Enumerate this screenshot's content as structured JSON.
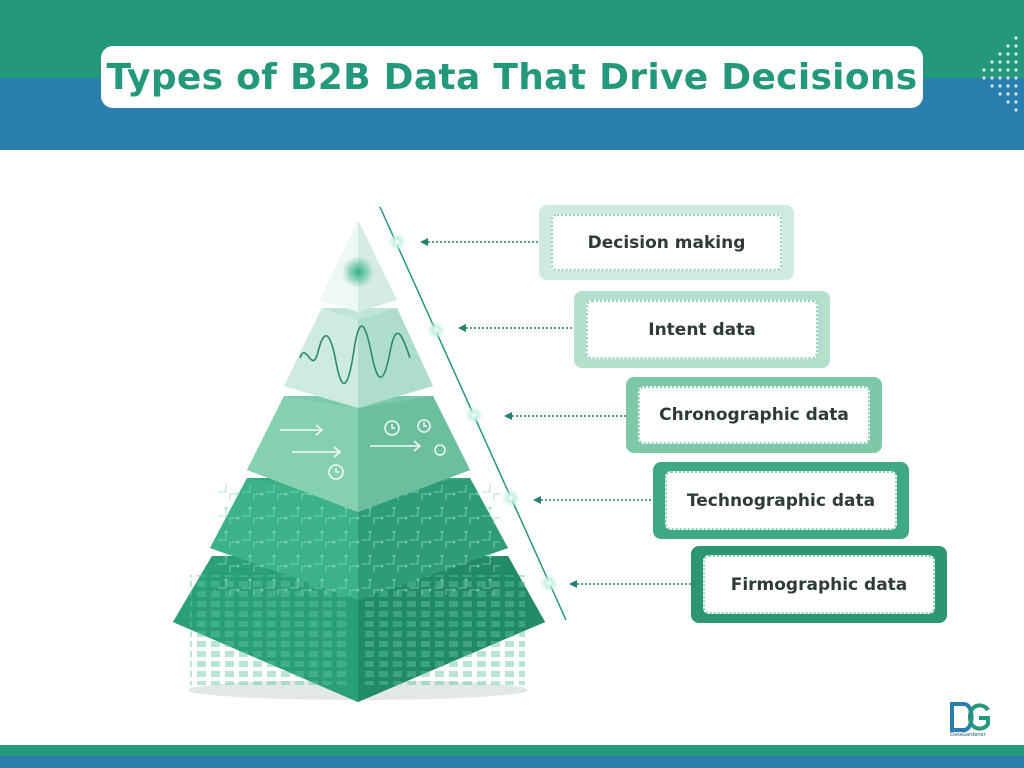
{
  "header": {
    "title": "Types of B2B Data That Drive Decisions"
  },
  "colors": {
    "green": "#23987b",
    "blue": "#2a7eae",
    "pyramid_dark": "#27956f",
    "pyramid_light": "#d7efe6"
  },
  "layers": [
    {
      "label": "Decision making"
    },
    {
      "label": "Intent data"
    },
    {
      "label": "Chronographic data"
    },
    {
      "label": "Technographic data"
    },
    {
      "label": "Firmographic data"
    }
  ],
  "logo": {
    "mark": "DG",
    "name": "DataGardener"
  }
}
